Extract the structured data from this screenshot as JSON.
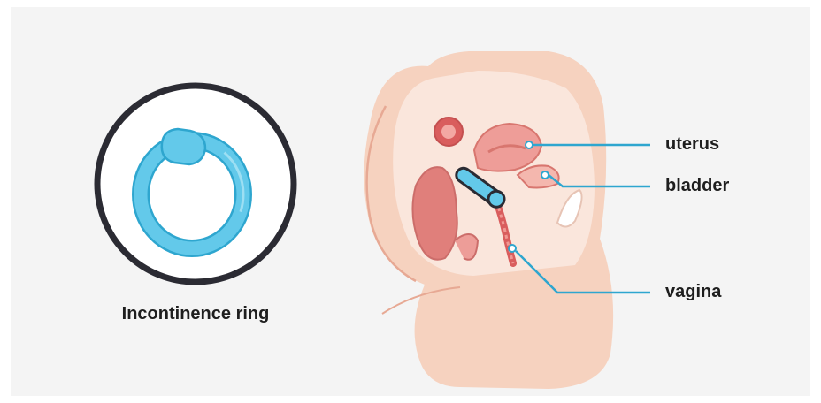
{
  "device": {
    "caption": "Incontinence ring"
  },
  "anatomy": {
    "labels": {
      "uterus": "uterus",
      "bladder": "bladder",
      "vagina": "vagina"
    }
  },
  "colors": {
    "background": "#f4f4f4",
    "ring": "#5cc6e8",
    "ring_dark": "#2ea6cf",
    "leader_line": "#2ea6cf",
    "skin": "#f6d6c6",
    "organ": "#e98c87"
  }
}
